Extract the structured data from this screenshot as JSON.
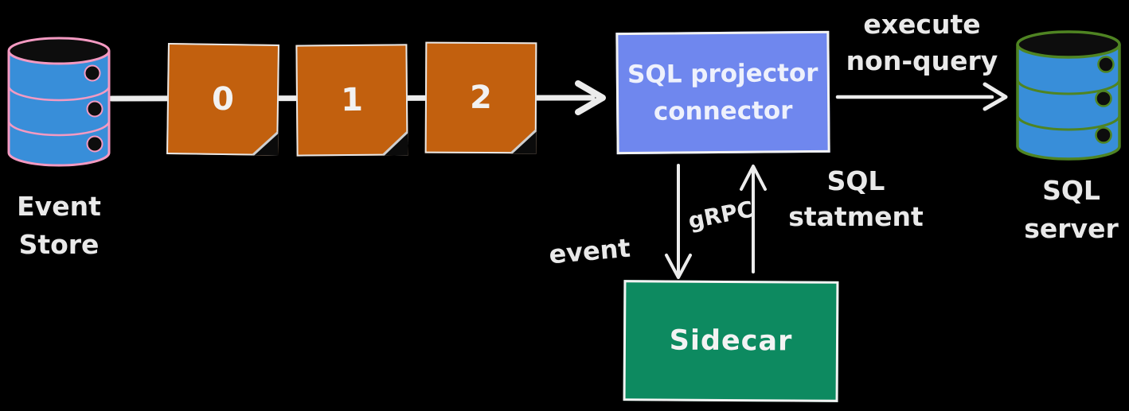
{
  "colors": {
    "bg": "#000000",
    "ink": "#e9e9e9",
    "outline": "#ececec",
    "sticky": "#c2600e",
    "projector-fill": "#6f87ee",
    "sidecar-fill": "#0d8a60",
    "db-blue": "#388ed9",
    "event-store-stroke": "#f49ac2",
    "sql-server-stroke": "#4f8422"
  },
  "nodes": {
    "event_store": {
      "label": "Event\nStore",
      "shape": "database-cylinder"
    },
    "note_0": {
      "label": "0",
      "shape": "sticky-note"
    },
    "note_1": {
      "label": "1",
      "shape": "sticky-note"
    },
    "note_2": {
      "label": "2",
      "shape": "sticky-note"
    },
    "projector": {
      "label": "SQL projector\nconnector",
      "shape": "rectangle"
    },
    "sidecar": {
      "label": "Sidecar",
      "shape": "rectangle"
    },
    "sql_server": {
      "label": "SQL\nserver",
      "shape": "database-cylinder"
    }
  },
  "edges": {
    "execute": {
      "label": "execute\nnon-query"
    },
    "grpc": {
      "label": "gRPC"
    },
    "event": {
      "label": "event"
    },
    "sql_statement": {
      "label": "SQL\nstatment"
    }
  }
}
